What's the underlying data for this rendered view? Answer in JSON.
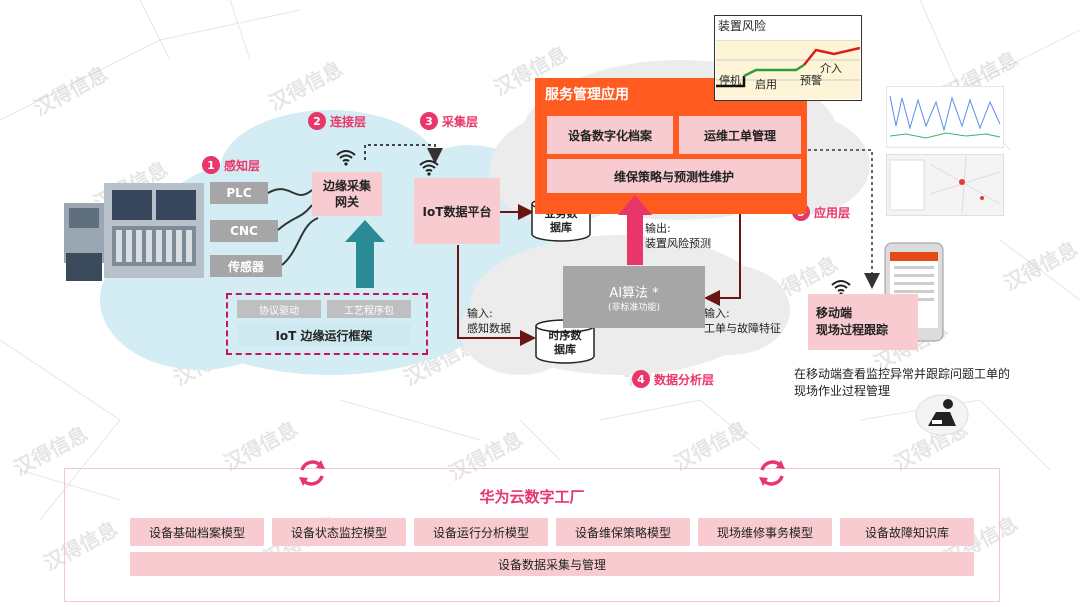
{
  "watermark": "汉得信息",
  "layers": {
    "sense": {
      "num": "1",
      "label": "感知层"
    },
    "connect": {
      "num": "2",
      "label": "连接层"
    },
    "collect": {
      "num": "3",
      "label": "采集层"
    },
    "analysis": {
      "num": "4",
      "label": "数据分析层"
    },
    "app": {
      "num": "5",
      "label": "应用层"
    }
  },
  "devices": [
    "PLC",
    "CNC",
    "传感器"
  ],
  "edge_gateway": "边缘采集\n网关",
  "iot_platform": "IoT数据平台",
  "business_db": "业务数\n据库",
  "timeseries_db": "时序数\n据库",
  "edge_framework": {
    "items": [
      "协议驱动",
      "工艺程序包"
    ],
    "title": "IoT 边缘运行框架"
  },
  "service_app": {
    "title": "服务管理应用",
    "items": [
      "设备数字化档案",
      "运维工单管理",
      "维保策略与预测性维护"
    ]
  },
  "ai": {
    "title": "AI算法 *",
    "subtitle": "(非标准功能)"
  },
  "io_labels": {
    "output": "输出:\n装置风险预测",
    "input_sense": "输入:\n感知数据",
    "input_order": "输入:\n工单与故障特征"
  },
  "risk_chart": {
    "title": "装置风险",
    "labels": [
      "停机",
      "启用",
      "预警",
      "介入"
    ]
  },
  "mobile": {
    "title": "移动端\n现场过程跟踪",
    "desc": "在移动端查看监控异常并跟踪问题工单的现场作业过程管理"
  },
  "cloud_factory": {
    "title": "华为云数字工厂",
    "models": [
      "设备基础档案模型",
      "设备状态监控模型",
      "设备运行分析模型",
      "设备维保策略模型",
      "现场维修事务模型",
      "设备故障知识库"
    ],
    "footer": "设备数据采集与管理"
  },
  "colors": {
    "accent": "#e8366a",
    "orange": "#ff5a1f",
    "pink": "#f8cbd1",
    "teal": "#2a8a96",
    "darkred": "#8b1a1a"
  }
}
